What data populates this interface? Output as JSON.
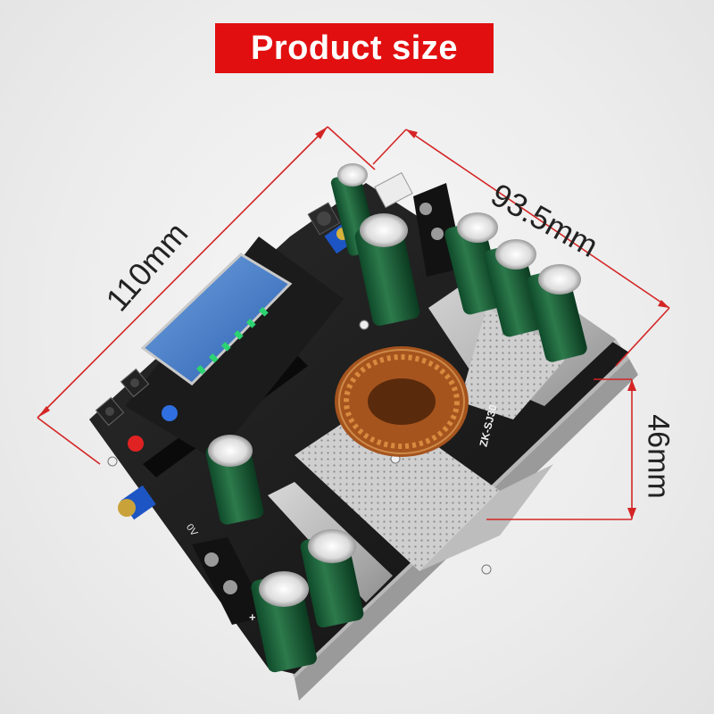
{
  "banner": {
    "title": "Product size",
    "color": "#e10f10"
  },
  "dimensions": {
    "length": "110mm",
    "width": "93.5mm",
    "height": "46mm",
    "line_color": "#d42525"
  },
  "board": {
    "model_marking": "ZK-SJ30",
    "terminal_marking_negative": "0V",
    "terminal_marking_positive": "+"
  }
}
